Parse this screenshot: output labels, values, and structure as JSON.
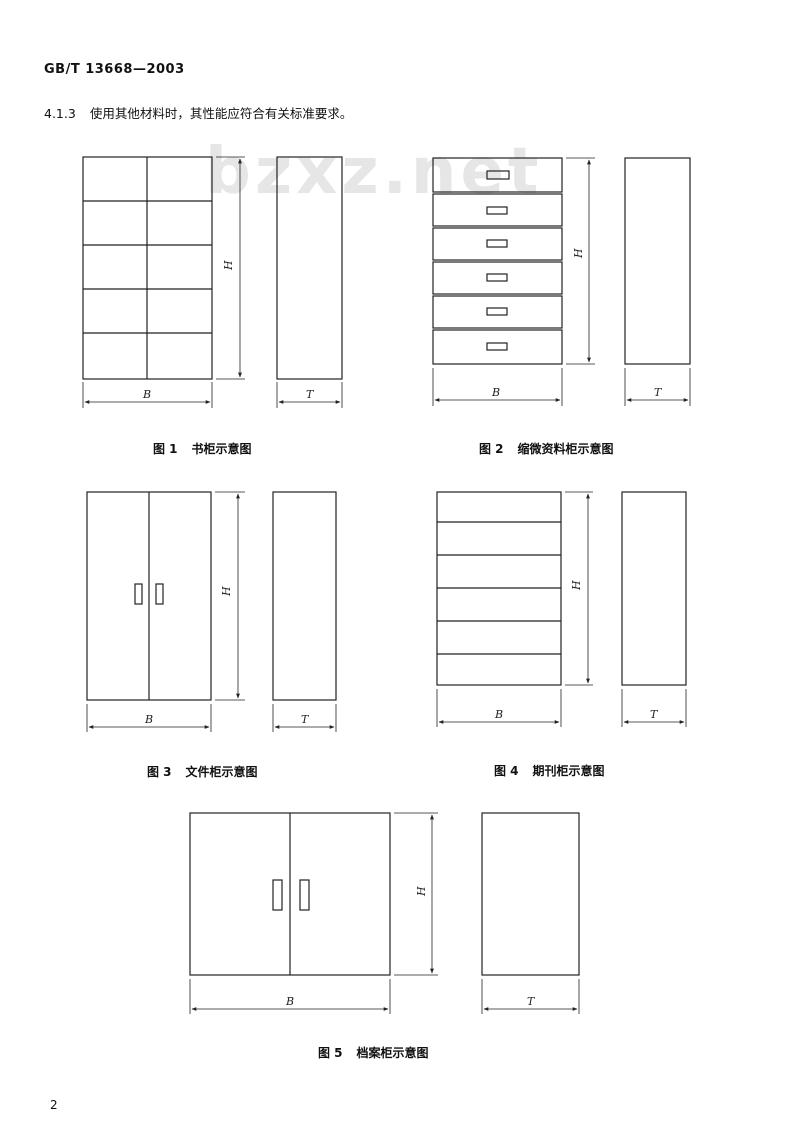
{
  "header": {
    "standard_no": "GB/T 13668—2003"
  },
  "clause": {
    "number": "4.1.3",
    "text": "使用其他材料时，其性能应符合有关标准要求。"
  },
  "watermark": "bzxz.net",
  "figures": [
    {
      "fig": "图 1",
      "title": "书柜示意图"
    },
    {
      "fig": "图 2",
      "title": "缩微资料柜示意图"
    },
    {
      "fig": "图 3",
      "title": "文件柜示意图"
    },
    {
      "fig": "图 4",
      "title": "期刊柜示意图"
    },
    {
      "fig": "图 5",
      "title": "档案柜示意图"
    }
  ],
  "dims": {
    "width": "B",
    "depth": "T",
    "height": "H"
  },
  "page_number": "2"
}
